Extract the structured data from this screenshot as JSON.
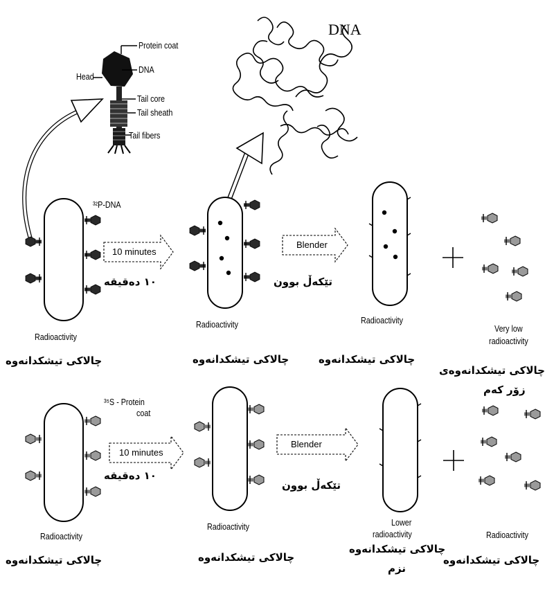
{
  "phage": {
    "head": "Head",
    "protein_coat": "Protein coat",
    "dna": "DNA",
    "tail_core": "Tail core",
    "tail_sheath": "Tail sheath",
    "tail_fibers": "Tail fibers"
  },
  "dna_title": "DNA",
  "row1": {
    "isotope_label": "³²P-DNA",
    "time_label": "10 minutes",
    "time_ku": "۱۰ دەقیقە",
    "blender_label": "Blender",
    "blender_ku": "تێکەڵ بوون",
    "cell1_en": "Radioactivity",
    "cell1_ku": "چالاکی تیشکدانەوە",
    "cell2_en": "Radioactivity",
    "cell2_ku": "چالاکی تیشکدانەوە",
    "cell3_en": "Radioactivity",
    "cell3_ku": "چالاکی تیشکدانەوە",
    "free_en_1": "Very low",
    "free_en_2": "radioactivity",
    "free_ku_1": "چالاکی تیشکدانەوەی",
    "free_ku_2": "زۆر کەم",
    "plus": "+"
  },
  "row2": {
    "isotope_label": "³⁵S - Protein",
    "isotope_label_2": "coat",
    "time_label": "10 minutes",
    "time_ku": "۱۰ دەقیقە",
    "blender_label": "Blender",
    "blender_ku": "تێکەڵ بوون",
    "cell1_en": "Radioactivity",
    "cell1_ku": "چالاکی تیشکدانەوە",
    "cell2_en": "Radioactivity",
    "cell2_ku": "چالاکی تیشکدانەوە",
    "cell3_en_1": "Lower",
    "cell3_en_2": "radioactivity",
    "cell3_ku_1": "چالاکی تیشکدانەوە",
    "cell3_ku_2": "نزم",
    "free_en": "Radioactivity",
    "free_ku": "چالاکی تیشکدانەوە",
    "plus": "+"
  }
}
